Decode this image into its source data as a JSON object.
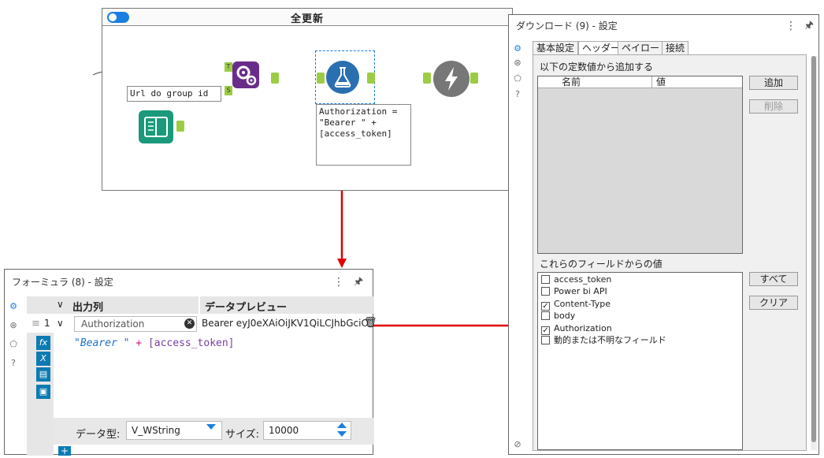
{
  "canvas": {
    "container_title": "全更新",
    "url_annotation": "Url do group id",
    "formula_annotation": "Authorization =\n\"Bearer \" +\n[access_token]",
    "anchor_t": "T",
    "anchor_s": "S"
  },
  "formula_panel": {
    "title": "フォーミュラ (8) - 設定",
    "menu_icon": "⋮",
    "pin_icon": "🖈",
    "col_output": "出力列",
    "col_preview": "データプレビュー",
    "row_number": "1",
    "output_field": "Authorization",
    "preview_value": "Bearer eyJ0eXAiOiJKV1QiLCJhbGciO",
    "expression_string": "\"Bearer \"",
    "expression_operator": "+",
    "expression_field": "[access_token]",
    "fx_label": "fx",
    "x_label": "X",
    "dtype_label": "データ型:",
    "dtype_value": "V_WString",
    "size_label": "サイズ:",
    "size_value": "10000",
    "add_label": "+"
  },
  "download_panel": {
    "title": "ダウンロード (9) - 設定",
    "menu_icon": "⋮",
    "pin_icon": "🖈",
    "tabs": [
      "基本設定",
      "ヘッダー",
      "ペイロード",
      "接続"
    ],
    "active_tab": 1,
    "constants_label": "以下の定数値から追加する",
    "col_name": "名前",
    "col_value": "値",
    "add_button": "追加",
    "delete_button": "削除",
    "fields_label": "これらのフィールドからの値",
    "all_button": "すべて",
    "clear_button": "クリア",
    "fields": [
      {
        "label": "access_token",
        "checked": false
      },
      {
        "label": "Power bi API",
        "checked": false
      },
      {
        "label": "Content-Type",
        "checked": true
      },
      {
        "label": "body",
        "checked": false
      },
      {
        "label": "Authorization",
        "checked": true
      },
      {
        "label": "動的または不明なフィールド",
        "checked": false
      }
    ]
  },
  "colors": {
    "arrow": "#e00000",
    "formula_tool": "#2a6fb0",
    "download_tool": "#777777",
    "generator_tool": "#6a2c8a",
    "input_tool": "#1a9a7a",
    "accent": "#1a7fe0"
  }
}
